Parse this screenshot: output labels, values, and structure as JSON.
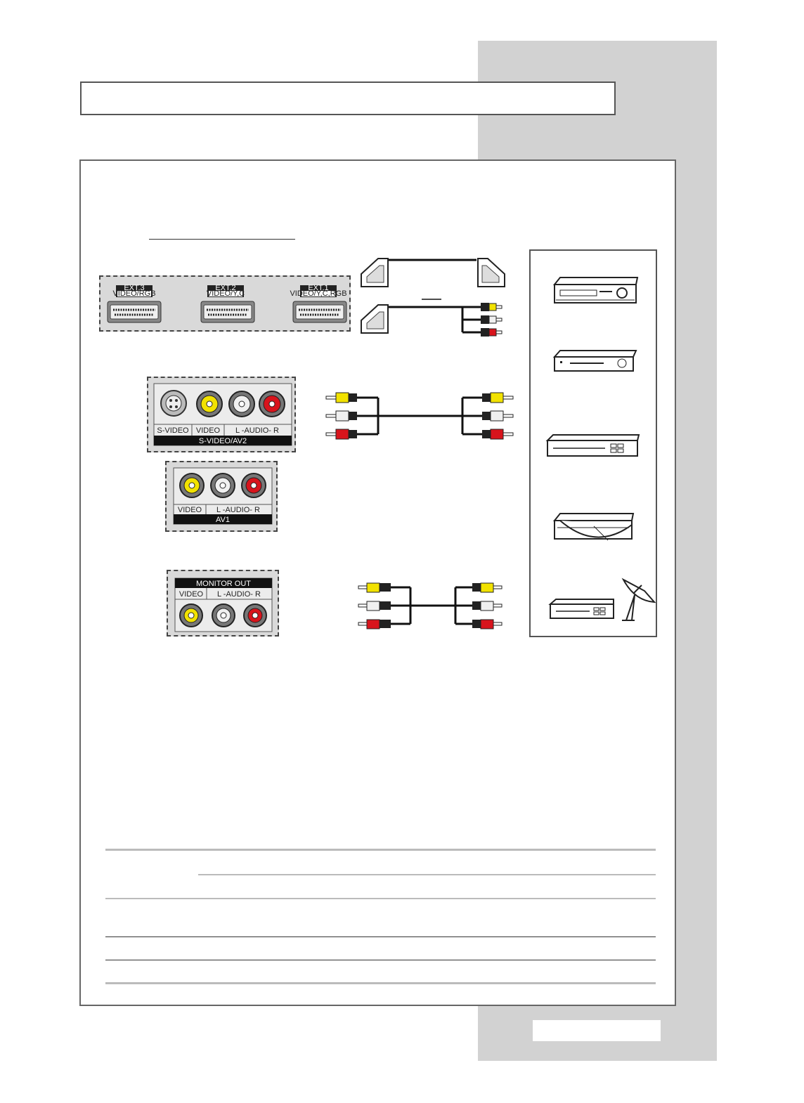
{
  "panels": {
    "scart": {
      "ext3_title": "EXT.3",
      "ext3_sub": "VIDEO/RGB",
      "ext2_title": "EXT.2",
      "ext2_sub": "VIDEO/Y,C",
      "ext1_title": "EXT.1",
      "ext1_sub": "VIDEO/Y,C,RGB"
    },
    "svideo_av2": {
      "svideo": "S-VIDEO",
      "video": "VIDEO",
      "audio": "L -AUDIO- R",
      "name": "S-VIDEO/AV2"
    },
    "av1": {
      "video": "VIDEO",
      "audio": "L -AUDIO- R",
      "name": "AV1"
    },
    "monitor_out": {
      "name": "MONITOR OUT",
      "video": "VIDEO",
      "audio": "L -AUDIO- R"
    }
  },
  "colors": {
    "band": "#d2d2d2",
    "panel": "#d9d9d9",
    "jack_yellow": "#f2e200",
    "jack_white": "#f0f0f0",
    "jack_red": "#d8141c"
  },
  "devices": [
    "vcr-icon",
    "dvd-player-icon",
    "set-top-box-icon",
    "disc-player-icon",
    "satellite-receiver-icon"
  ]
}
